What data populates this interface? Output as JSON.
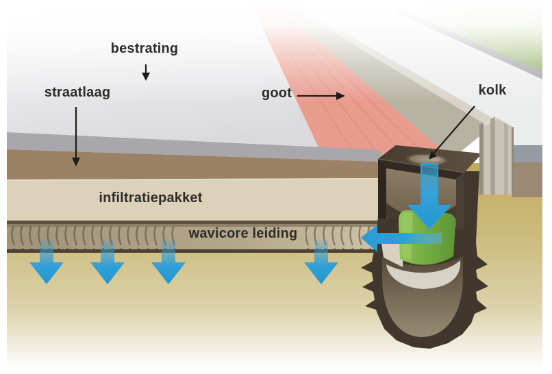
{
  "diagram": {
    "kind": "infiltration-drainage-cross-section",
    "labels": {
      "bestrating": "bestrating",
      "straatlaag": "straatlaag",
      "goot": "goot",
      "kolk": "kolk",
      "infiltratiepakket": "infiltratiepakket",
      "wavicore_leiding": "wavicore leiding"
    },
    "colors": {
      "pavement_surface": "#e9e9ec",
      "pavement_edge_gray": "#a8a8ac",
      "straatlaag_brown": "#9b8267",
      "infiltratiepakket_beige": "#dcd1b9",
      "pipe_tan": "#b3a68a",
      "soil_sand": "#c9b46c",
      "gutter_red": "#e99b8d",
      "grass_green": "#8fae62",
      "sidewalk_gray": "#eceded",
      "curb_beige": "#d7d3c7",
      "kolk_dark_brown": "#41372c",
      "filter_green": "#74ad40",
      "water_blue": "#2f9fd7",
      "label_text": "#2e2c29",
      "arrow_black": "#1c1c1c"
    }
  }
}
